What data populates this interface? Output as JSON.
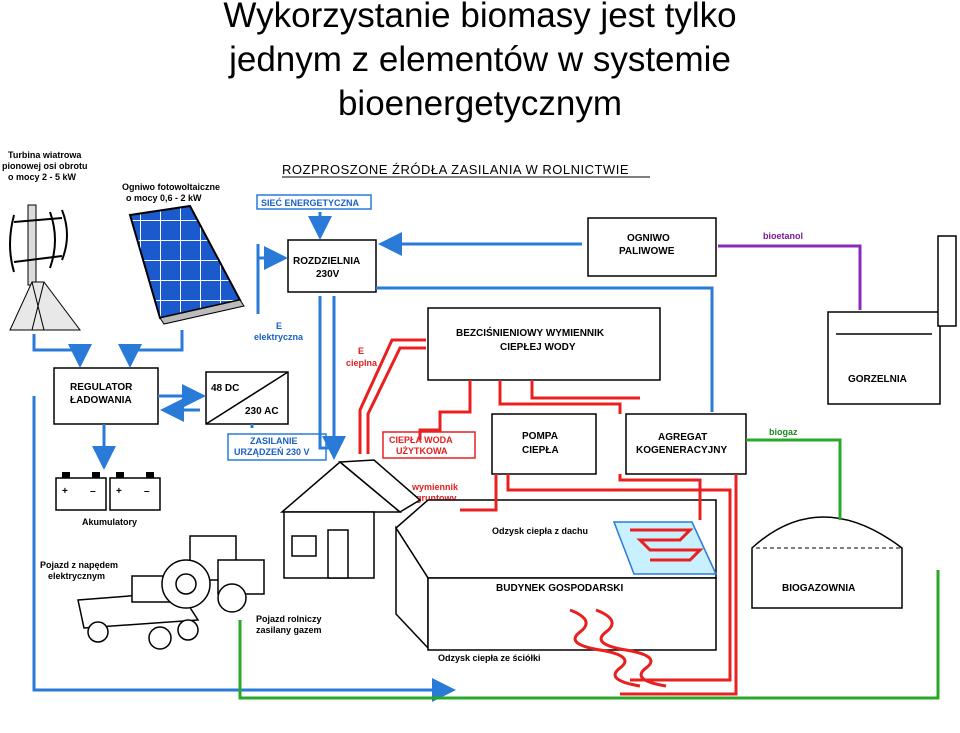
{
  "title": {
    "line1": "Wykorzystanie biomasy jest tylko",
    "line2": "jednym z elementów w systemie",
    "line3": "bioenergetycznym"
  },
  "diagram": {
    "heading": "ROZPROSZONE ŹRÓDŁA ZASILANIA W ROLNICTWIE",
    "wind_turbine": {
      "l1": "Turbina wiatrowa",
      "l2": "pionowej osi obrotu",
      "l3": "o mocy 2 - 5 kW"
    },
    "solar": {
      "l1": "Ogniwo fotowoltaiczne",
      "l2": "o mocy 0,6 - 2 kW"
    },
    "grid": "SIEĆ ENERGETYCZNA",
    "switchboard": {
      "l1": "ROZDZIELNIA",
      "l2": "230V"
    },
    "fuel_cell": {
      "l1": "OGNIWO",
      "l2": "PALIWOWE"
    },
    "bioethanol": "bioetanol",
    "e_electric": {
      "l1": "E",
      "l2": "elektryczna"
    },
    "e_heat": {
      "l1": "E",
      "l2": "cieplna"
    },
    "exchanger": {
      "l1": "BEZCIŚNIENIOWY WYMIENNIK",
      "l2": "CIEPŁEJ WODY"
    },
    "distillery": "GORZELNIA",
    "regulator": {
      "l1": "REGULATOR",
      "l2": "ŁADOWANIA"
    },
    "inverter": {
      "l1": "48 DC",
      "l2": "230 AC"
    },
    "supply": {
      "l1": "ZASILANIE",
      "l2": "URZĄDZEŃ 230 V"
    },
    "hot_water": {
      "l1": "CIEPŁA WODA",
      "l2": "UŻYTKOWA"
    },
    "heat_pump": {
      "l1": "POMPA",
      "l2": "CIEPŁA"
    },
    "cogeneration": {
      "l1": "AGREGAT",
      "l2": "KOGENERACYJNY"
    },
    "biogas": "biogaz",
    "ground_exchanger": {
      "l1": "wymiennik",
      "l2": "gruntowy"
    },
    "batteries": "Akumulatory",
    "battery_plus": "+",
    "battery_minus": "–",
    "roof_heat": "Odzysk ciepła z dachu",
    "farm_building": "BUDYNEK GOSPODARSKI",
    "biogas_plant": "BIOGAZOWNIA",
    "ev": {
      "l1": "Pojazd z napędem",
      "l2": "elektrycznym"
    },
    "gas_vehicle": {
      "l1": "Pojazd rolniczy",
      "l2": "zasilany gazem"
    },
    "manure_heat": "Odzysk ciepła ze ściółki"
  }
}
